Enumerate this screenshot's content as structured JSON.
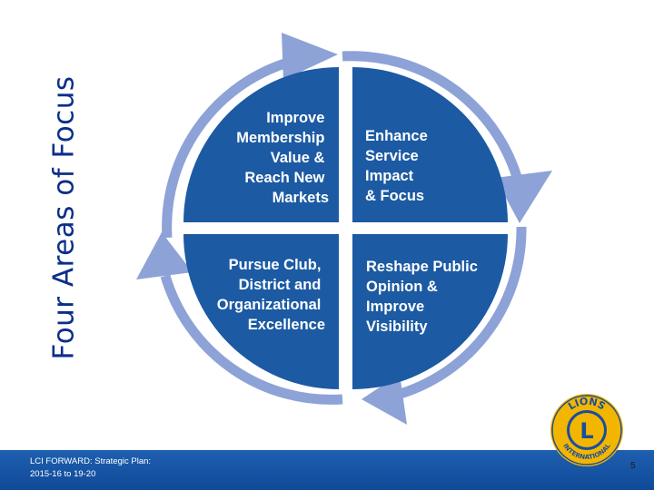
{
  "title": "Four Areas of Focus",
  "quadrants": {
    "top_left": [
      "Improve",
      "Membership",
      "Value &",
      "Reach New",
      "Markets"
    ],
    "top_right": [
      "Enhance",
      "Service",
      "Impact",
      "& Focus"
    ],
    "bottom_left": [
      "Pursue Club,",
      "District and",
      "Organizational",
      "Excellence"
    ],
    "bottom_right": [
      "Reshape Public",
      "Opinion &",
      "Improve",
      "Visibility"
    ]
  },
  "footer": {
    "line1": "LCI FORWARD: Strategic Plan:",
    "line2": "2015-16 to 19-20"
  },
  "page_number": "5",
  "logo": {
    "top_text": "LIONS",
    "bottom_text": "INTERNATIONAL",
    "center_letter": "L"
  },
  "colors": {
    "title": "#0b2e8a",
    "quadrant": "#1c5aa3",
    "ring_arrows": "#8da2d6",
    "footer": "#1a57a8",
    "logo_gold": "#f2b600",
    "logo_blue": "#1a4d9e"
  }
}
